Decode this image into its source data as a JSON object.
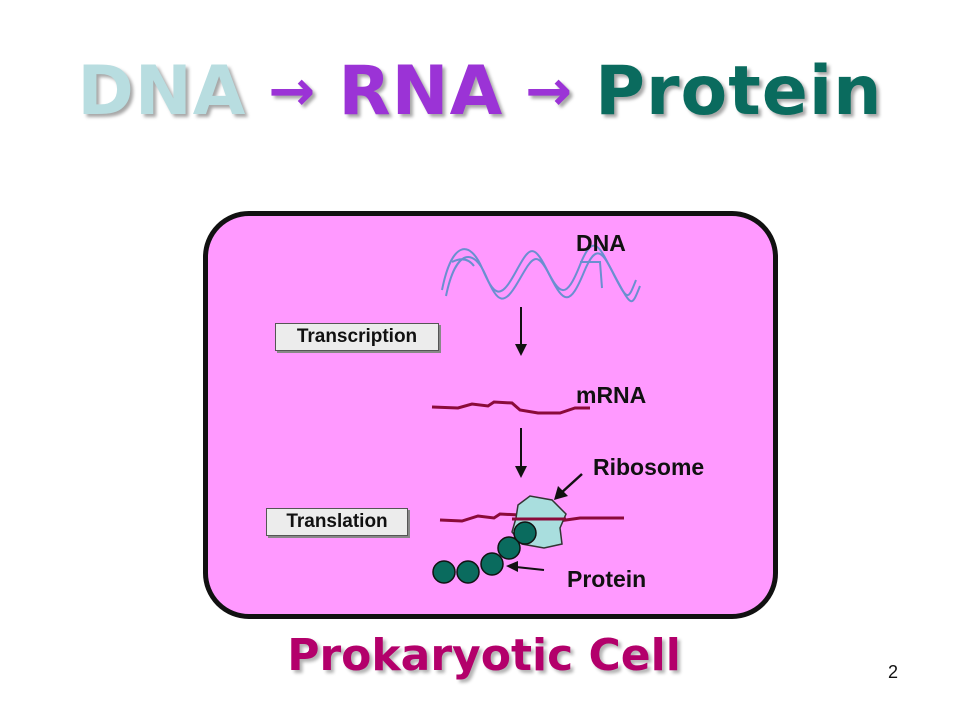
{
  "title": {
    "dna": "DNA",
    "arrow1": "→",
    "rna": "RNA",
    "arrow2": "→",
    "protein": "Protein"
  },
  "diagram": {
    "dna_label": "DNA",
    "transcription_label": "Transcription",
    "mrna_label": "mRNA",
    "ribosome_label": "Ribosome",
    "translation_label": "Translation",
    "protein_label": "Protein"
  },
  "footer": {
    "cell_label": "Prokaryotic Cell",
    "page_number": "2"
  },
  "colors": {
    "cell_fill": "#ff99ff",
    "dna_strand": "#6a8fd0",
    "mrna_strand": "#8b0a3a",
    "ribosome": "#a9dede",
    "amino_acid": "#0a6b5e",
    "title_dna": "#b8dde0",
    "title_rna": "#9b33d6",
    "title_protein": "#0a6b5e"
  }
}
